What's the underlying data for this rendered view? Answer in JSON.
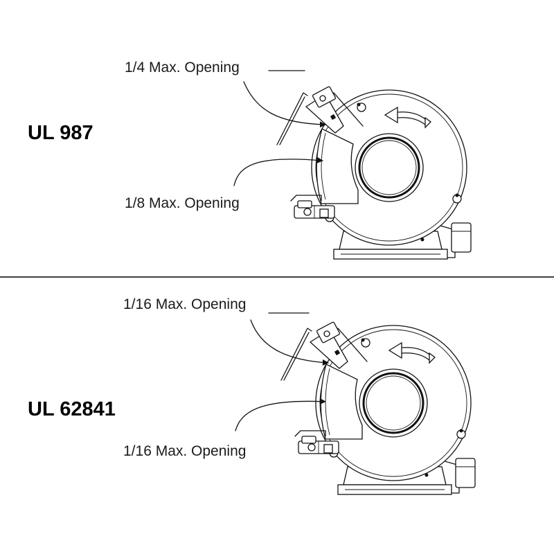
{
  "sections": [
    {
      "standard": "UL 987",
      "upper_callout": "1/4 Max. Opening",
      "lower_callout": "1/8 Max. Opening"
    },
    {
      "standard": "UL 62841",
      "upper_callout": "1/16 Max. Opening",
      "lower_callout": "1/16 Max. Opening"
    }
  ]
}
